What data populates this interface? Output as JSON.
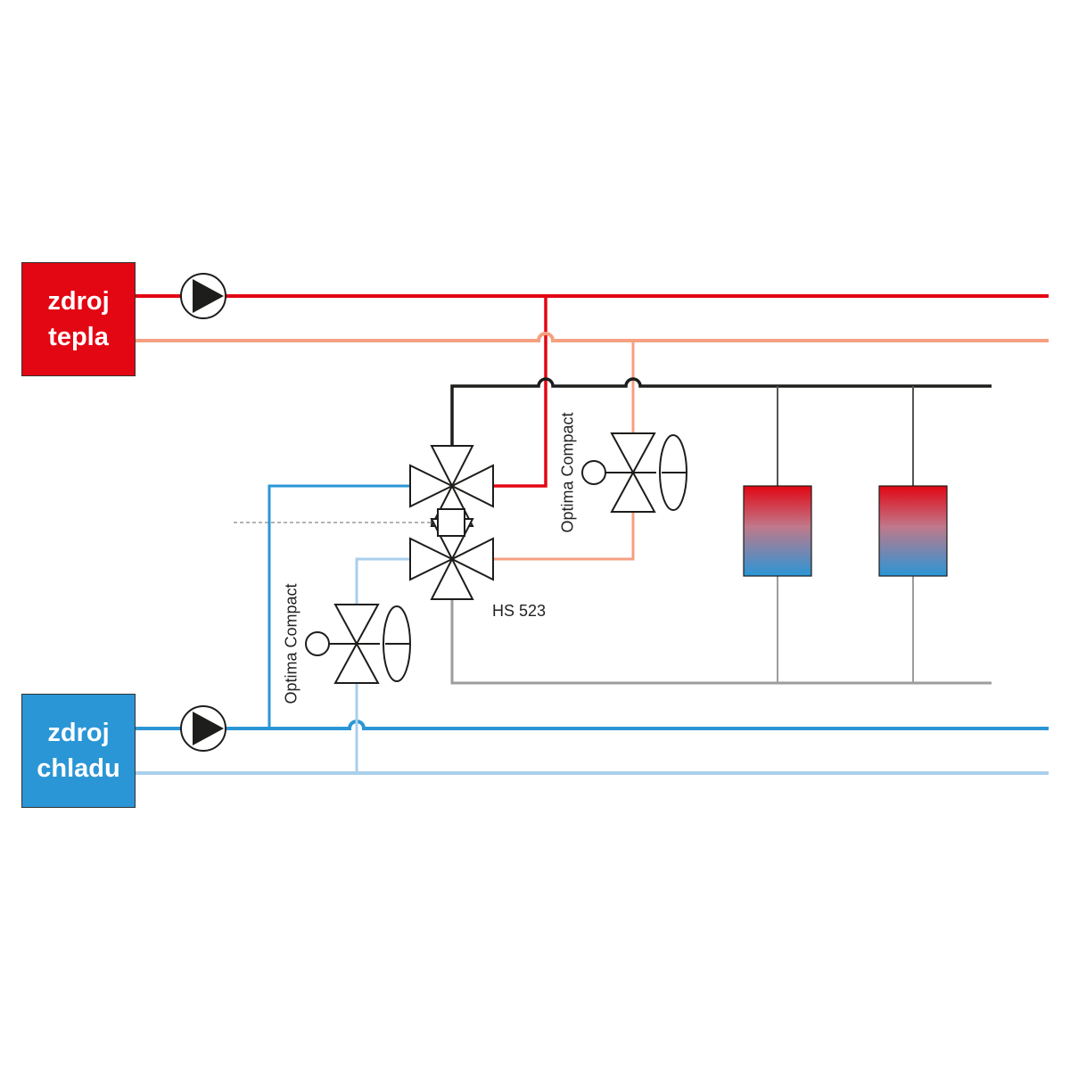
{
  "sources": {
    "heat": {
      "line1": "zdroj",
      "line2": "tepla",
      "color": "#e30613"
    },
    "cold": {
      "line1": "zdroj",
      "line2": "chladu",
      "color": "#2a96d6"
    }
  },
  "labels": {
    "valve_upper": "Optima Compact",
    "valve_lower": "Optima Compact",
    "mixing_valve": "HS 523"
  },
  "colors": {
    "heat_supply": "#e30613",
    "heat_return": "#f4a081",
    "cold_supply": "#2a96d6",
    "cold_return": "#a9cfeb",
    "circuit_supply": "#1d1d1b",
    "circuit_return": "#9d9d9c"
  }
}
